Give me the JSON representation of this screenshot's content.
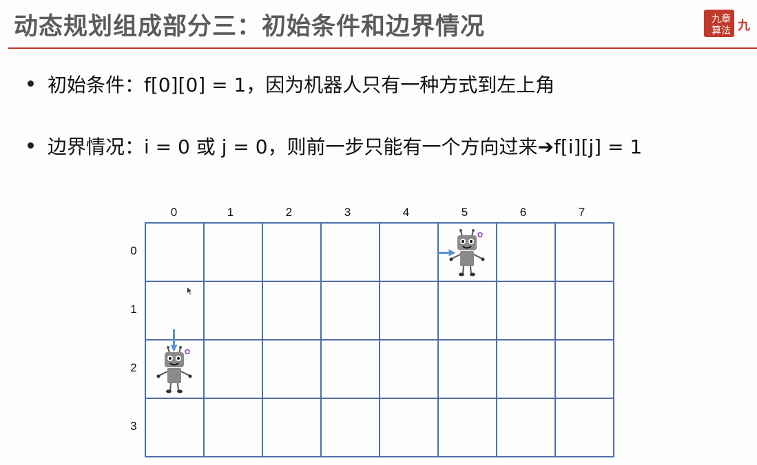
{
  "slide": {
    "title": "动态规划组成部分三：初始条件和边界情况",
    "logo_text": [
      "九",
      "章",
      "算",
      "法",
      "九"
    ]
  },
  "bullets": [
    {
      "text": "初始条件：f[0][0] = 1，因为机器人只有一种方式到左上角"
    },
    {
      "text": "边界情况：i = 0 或 j = 0，则前一步只能有一个方向过来➔f[i][j] = 1"
    }
  ],
  "grid": {
    "columns": [
      "0",
      "1",
      "2",
      "3",
      "4",
      "5",
      "6",
      "7"
    ],
    "rows": [
      "0",
      "1",
      "2",
      "3"
    ],
    "line_color": "#4e6fa8",
    "arrow_color": "#5b8fd6",
    "robots": [
      {
        "row": 0,
        "col": 5,
        "arrow_from": "left"
      },
      {
        "row": 2,
        "col": 0,
        "arrow_from": "top"
      }
    ]
  },
  "colors": {
    "accent": "#b5362c",
    "title_gray": "#5b5b5b"
  }
}
